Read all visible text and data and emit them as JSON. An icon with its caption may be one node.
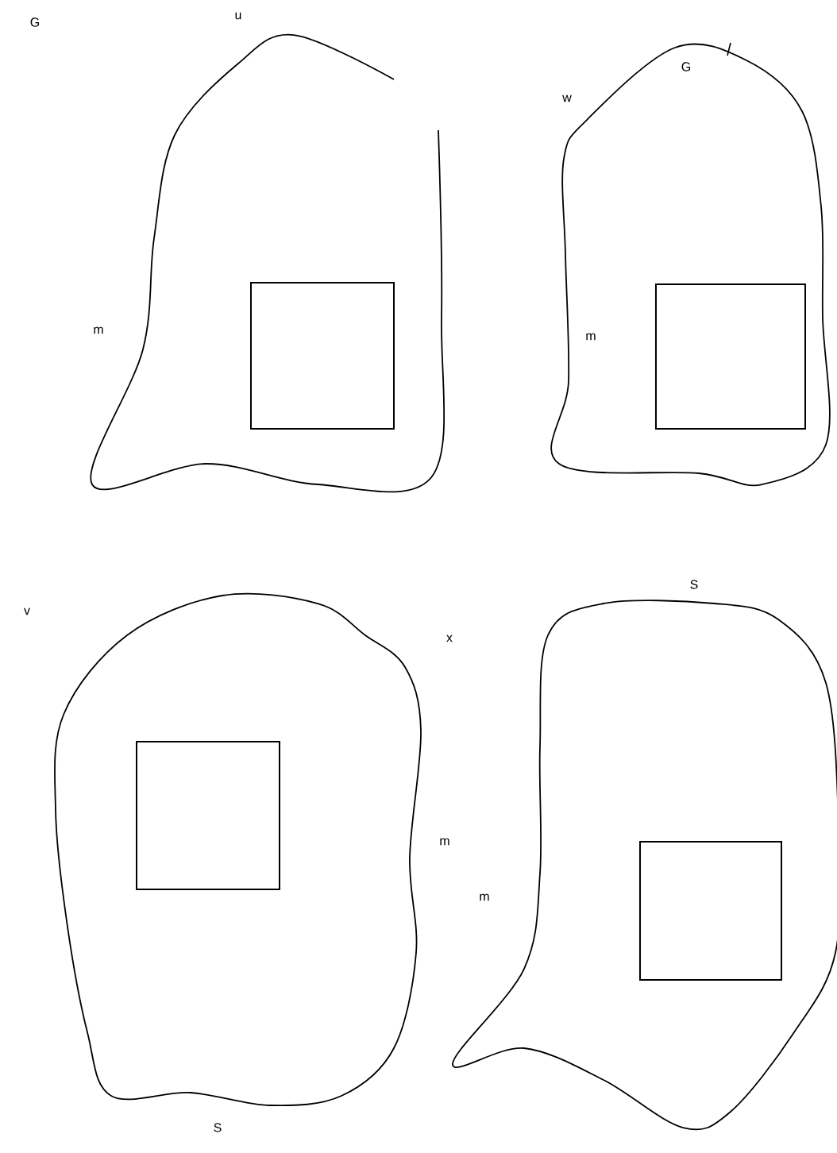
{
  "diagram": {
    "nodes": [
      {
        "text": [],
        "shape": "blob"
      },
      {
        "text": [],
        "shape": "box",
        "in": 0
      },
      {
        "text": [],
        "shape": "blob"
      },
      {
        "text": [],
        "shape": "box",
        "in": 2
      },
      {
        "text": [],
        "shape": "blob"
      },
      {
        "text": [],
        "shape": "box",
        "in": 4
      },
      {
        "text": [],
        "shape": "blob"
      },
      {
        "text": [],
        "shape": "box",
        "in": 6
      }
    ],
    "labels": [
      "G",
      "u",
      "m",
      "w",
      "G",
      "m",
      "v",
      "m",
      "S",
      "x",
      "S",
      "m"
    ]
  }
}
